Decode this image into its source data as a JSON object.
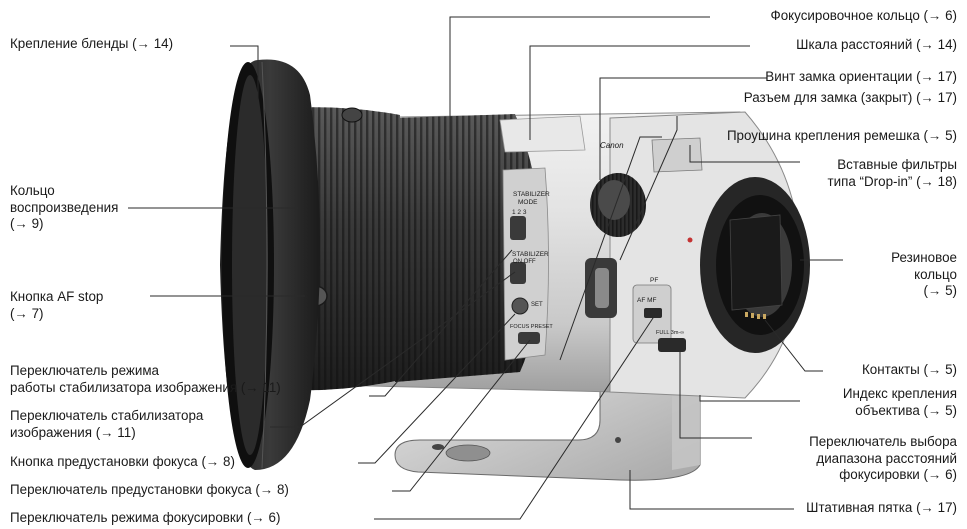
{
  "labels": {
    "hood_mount": [
      "Крепление бленды (→ 14)"
    ],
    "focus_ring": [
      "Фокусировочное кольцо (→ 6)"
    ],
    "distance_scale": [
      "Шкала расстояний (→ 14)"
    ],
    "orientation_screw": [
      "Винт замка ориентации (→ 17)"
    ],
    "lock_socket": [
      "Разъем для замка (закрыт) (→ 17)"
    ],
    "strap_eyelet": [
      "Проушина крепления ремешка (→ 5)"
    ],
    "dropin_filters": [
      "Вставные фильтры",
      "типа “Drop-in” (→ 18)"
    ],
    "playback_ring": [
      "Кольцо",
      "воспроизведения",
      "(→ 9)"
    ],
    "rubber_ring": [
      "Резиновое",
      "кольцо",
      "(→ 5)"
    ],
    "af_stop": [
      "Кнопка AF stop",
      "(→ 7)"
    ],
    "is_mode_switch": [
      "Переключатель режима",
      "работы стабилизатора изображения (→ 11)"
    ],
    "contacts": [
      "Контакты (→ 5)"
    ],
    "mount_index": [
      "Индекс крепления",
      "объектива (→ 5)"
    ],
    "is_switch": [
      "Переключатель стабилизатора",
      "изображения (→ 11)"
    ],
    "preset_button": [
      "Кнопка предустановки фокуса (→ 8)"
    ],
    "range_switch": [
      "Переключатель выбора",
      "диапазона расстояний",
      "фокусировки (→ 6)"
    ],
    "preset_switch": [
      "Переключатель предустановки фокуса (→ 8)"
    ],
    "tripod_foot": [
      "Штативная пятка (→ 17)"
    ],
    "focus_mode_switch": [
      "Переключатель режима фокусировки (→ 6)"
    ]
  },
  "lens_markings": {
    "stabilizer_mode": [
      "STABILIZER",
      "MODE"
    ],
    "mode_numbers": "1  2  3",
    "stabilizer": "STABILIZER",
    "on_off": "ON  OFF",
    "set": "SET",
    "af_mf": "AF   MF",
    "pf": "PF",
    "focus_preset": "FOCUS PRESET",
    "range": "FULL  3m-∞",
    "brand": "Canon"
  },
  "colors": {
    "text": "#1a1a1a",
    "leader": "#2a2a2a",
    "lens_body": "#d9d9d9",
    "lens_dark": "#3a3a3a"
  }
}
